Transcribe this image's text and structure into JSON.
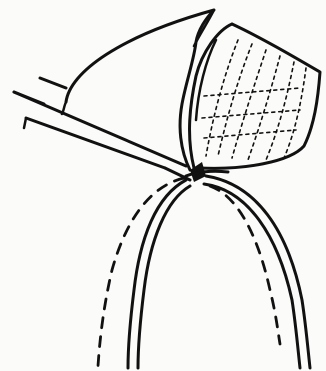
{
  "figure": {
    "kind": "line-drawing",
    "ink_color": "#111111",
    "paper_color": "#fbfbf9",
    "parts": [
      "rounded-cap",
      "dotted-wedge",
      "double-rod",
      "arch-inner-line",
      "arch-outer-line",
      "arch-dashed-left",
      "arch-dashed-right",
      "contact-point"
    ]
  }
}
